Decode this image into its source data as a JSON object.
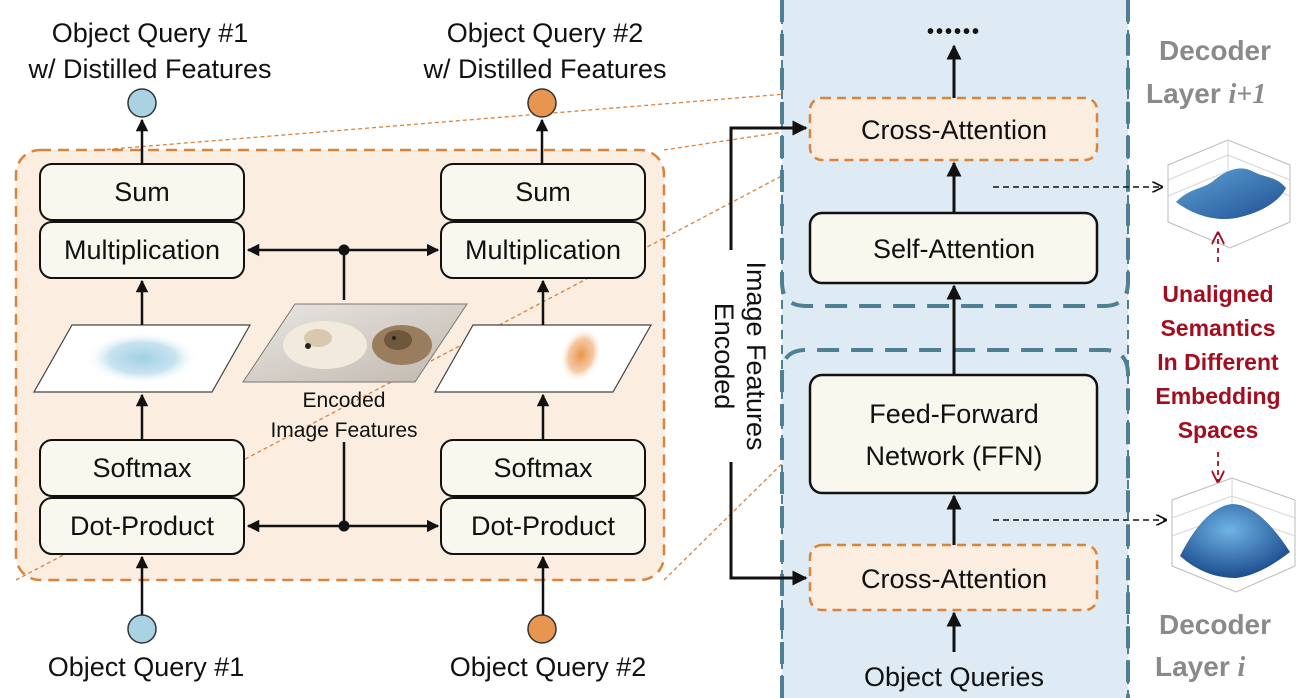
{
  "colors": {
    "blue_query": "#a9d3e3",
    "orange_query": "#e8964f",
    "panel_fill": "#fbeee1",
    "panel_border": "#d9833b",
    "box_fill": "#f8f8ee",
    "decoder_bg": "#deebf4",
    "decoder_border": "#4e7f92",
    "highlight_red": "#a50d1e",
    "decoder_label_grey": "#8a8a8a"
  },
  "left": {
    "query1_top_line1": "Object Query #1",
    "query1_top_line2": "w/ Distilled Features",
    "query2_top_line1": "Object Query #2",
    "query2_top_line2": "w/ Distilled Features",
    "sum": "Sum",
    "multiplication": "Multiplication",
    "softmax": "Softmax",
    "dot_product": "Dot-Product",
    "encoded_line1": "Encoded",
    "encoded_line2": "Image Features",
    "query1_bottom": "Object Query #1",
    "query2_bottom": "Object Query #2"
  },
  "decoder": {
    "ellipsis": "••••••",
    "cross_attention_top": "Cross-Attention",
    "self_attention": "Self-Attention",
    "ffn_line1": "Feed-Forward",
    "ffn_line2": "Network (FFN)",
    "cross_attention_bottom": "Cross-Attention",
    "object_queries": "Object Queries",
    "side_label_line1": "Encoded",
    "side_label_line2": "Image Features"
  },
  "right": {
    "layer_top_line1": "Decoder",
    "layer_top_line2": "Layer ",
    "layer_top_index": "i+1",
    "layer_bottom_line1": "Decoder",
    "layer_bottom_line2": "Layer ",
    "layer_bottom_index": "i",
    "unaligned_lines": [
      "Unaligned",
      "Semantics",
      "In Different",
      "Embedding",
      "Spaces"
    ]
  }
}
